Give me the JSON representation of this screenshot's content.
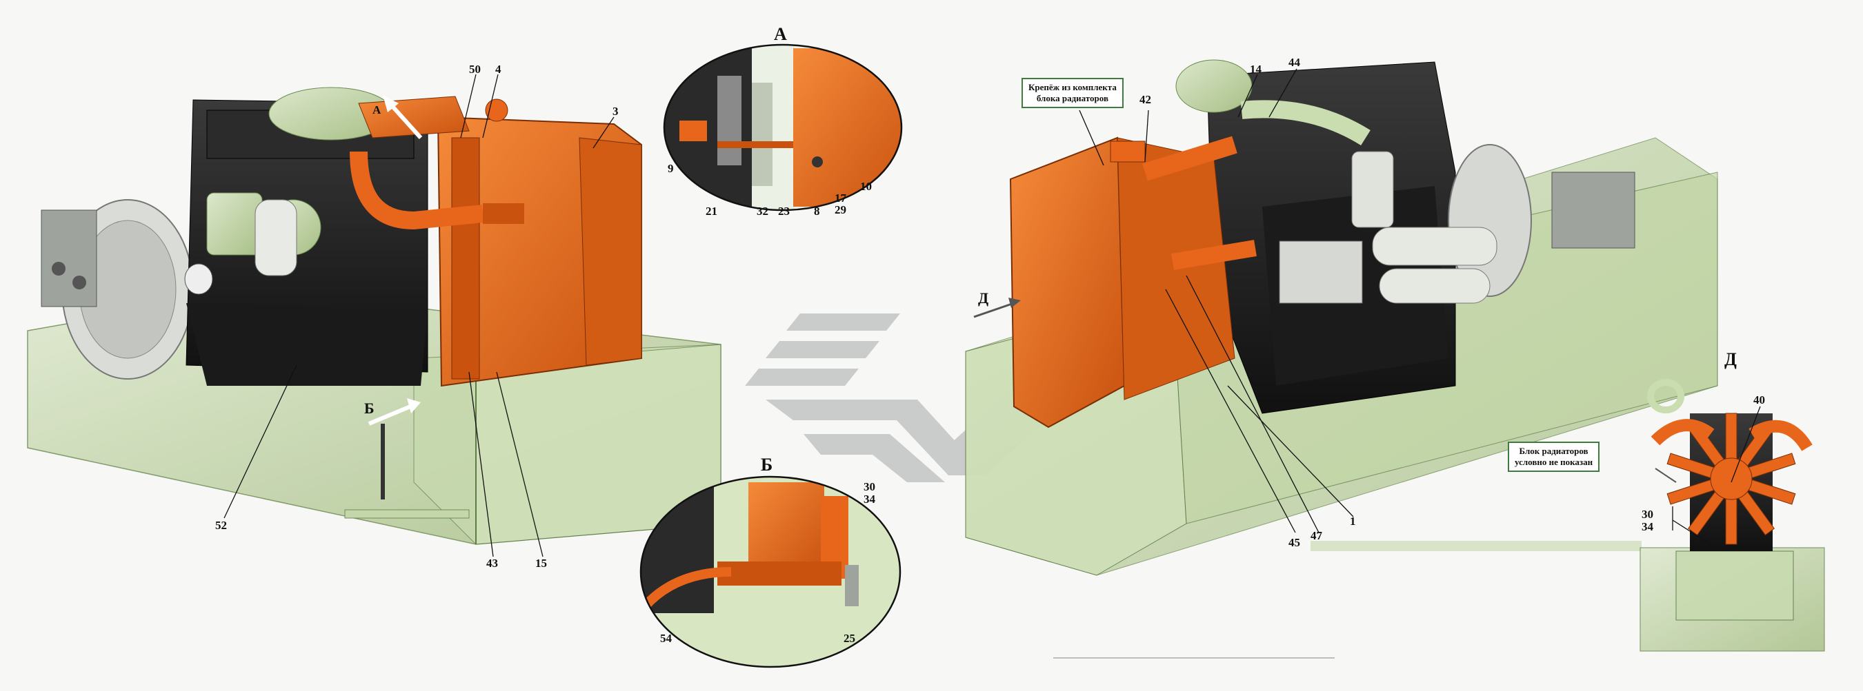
{
  "views": {
    "a": "А",
    "b": "Б",
    "d": "Д"
  },
  "callouts": {
    "c50": "50",
    "c4": "4",
    "c3": "3",
    "c52": "52",
    "c43": "43",
    "c15": "15",
    "c9": "9",
    "c21": "21",
    "c32": "32",
    "c23": "23",
    "c8": "8",
    "c17": "17",
    "c29": "29",
    "c10": "10",
    "c30": "30",
    "c34": "34",
    "c54": "54",
    "c25": "25",
    "c14": "14",
    "c44": "44",
    "c42": "42",
    "c45": "45",
    "c47": "47",
    "c1": "1",
    "c40": "40",
    "c30b": "30",
    "c34b": "34"
  },
  "notes": {
    "mount_line1": "Крепёж из комплекта",
    "mount_line2": "блока радиаторов",
    "rad_line1": "Блок радиаторов",
    "rad_line2": "условно  не показан"
  },
  "colors": {
    "orange": "#e8651c",
    "orange_dark": "#b8470e",
    "engine_black": "#222222",
    "frame_green": "#b9cf99",
    "pipe_green": "#c9ddb0",
    "logo_gray": "#c9cccb"
  }
}
